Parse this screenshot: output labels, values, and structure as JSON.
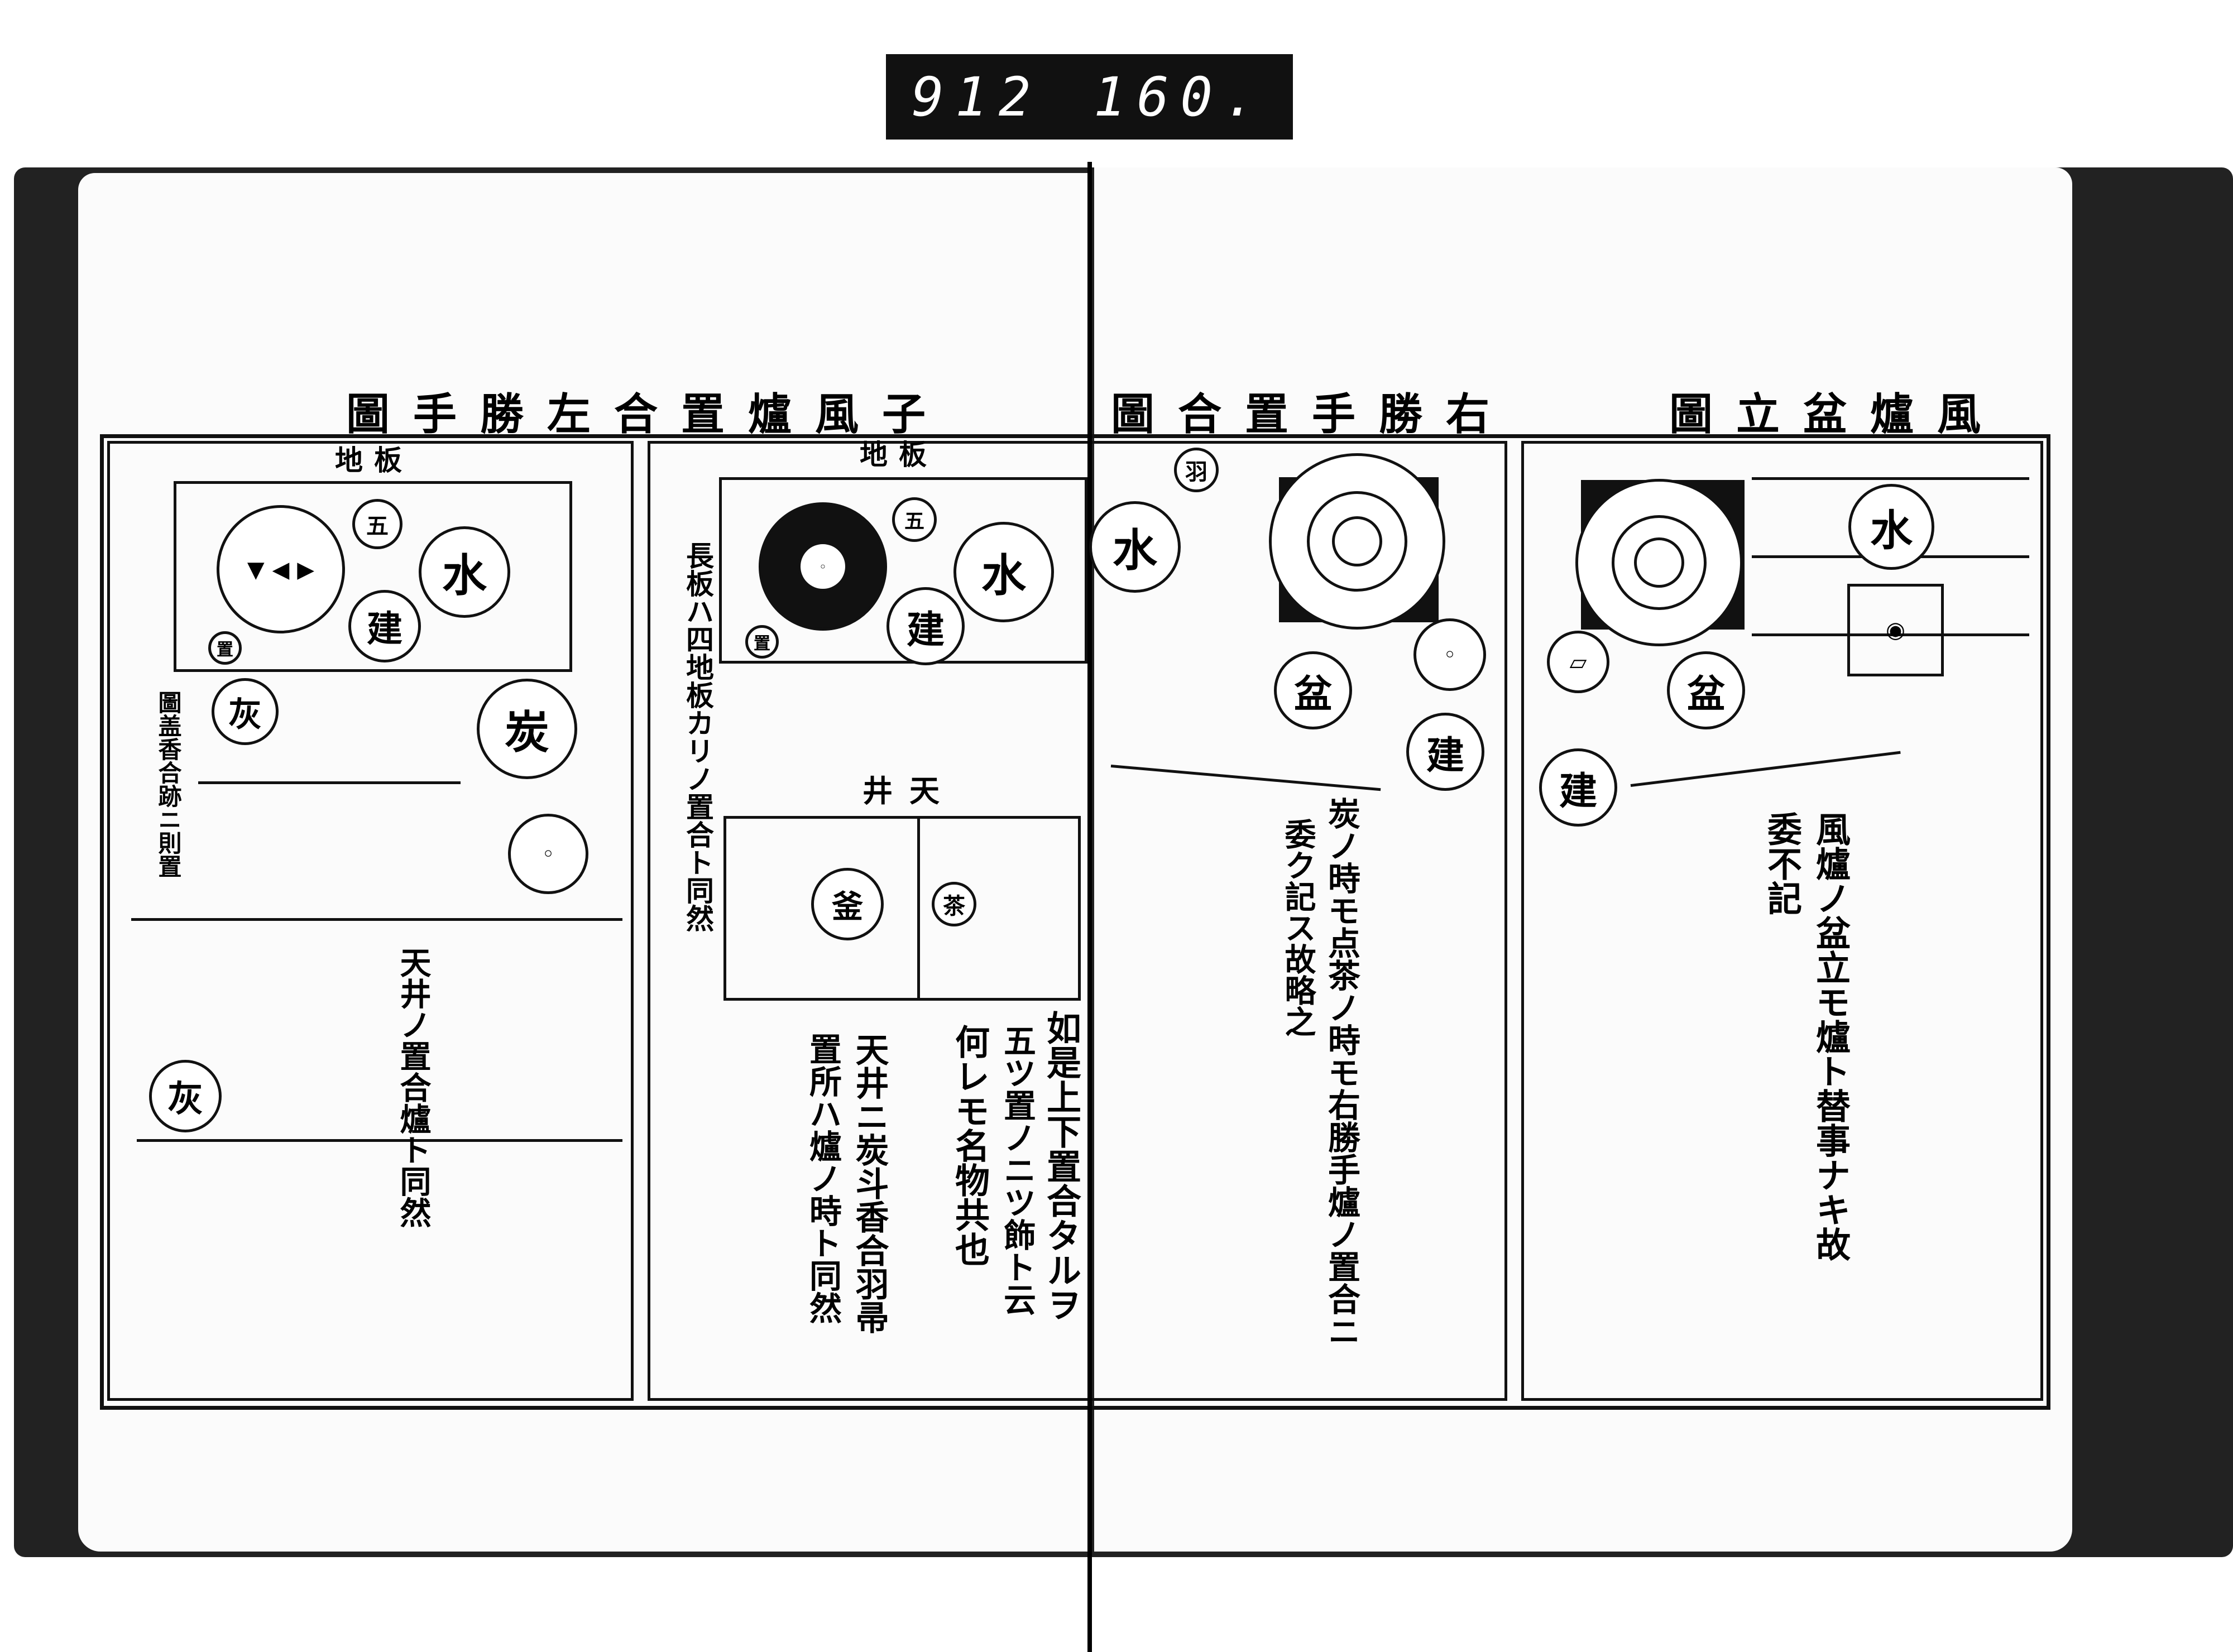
{
  "catalog_label": {
    "left": "912",
    "right": "160."
  },
  "titles": {
    "left_page": "子風爐置合左勝手圖",
    "right_page": "右勝手置合圖",
    "far_right": "風爐盆立圖"
  },
  "panel1": {
    "header": "地板",
    "circles": {
      "kettle": "",
      "five": "五",
      "water": "水",
      "ken": "建",
      "oki": "置",
      "ash": "灰",
      "charcoal": "炭",
      "ash2": "灰"
    },
    "note_small": "圖盖香合跡ニ則置",
    "note": "天井ノ置合爐ト同然"
  },
  "panel2": {
    "header": "地板",
    "ceiling": "天井",
    "circles": {
      "five": "五",
      "water": "水",
      "ken": "建",
      "oki": "置",
      "kama": "釜",
      "cha": "茶"
    },
    "note_long": "長板ハ四地板カリノ置合ト同然",
    "columns": [
      "如是上下置合タルヲ",
      "五ツ置ノニツ飾ト云",
      "何レモ名物共也",
      "天井ニ炭斗香合羽帚",
      "置所ハ爐ノ時ト同然"
    ]
  },
  "panel3": {
    "circles": {
      "water": "水",
      "feather": "羽",
      "bon": "盆",
      "ken": "建"
    },
    "columns": [
      "炭ノ時モ点茶ノ時モ右勝手爐ノ置合ニ",
      "委ク記ス故略之"
    ]
  },
  "panel4": {
    "circles": {
      "water": "水",
      "bon": "盆",
      "ken": "建"
    },
    "columns": [
      "風爐ノ盆立モ爐ト替事ナキ故",
      "委不記"
    ]
  }
}
